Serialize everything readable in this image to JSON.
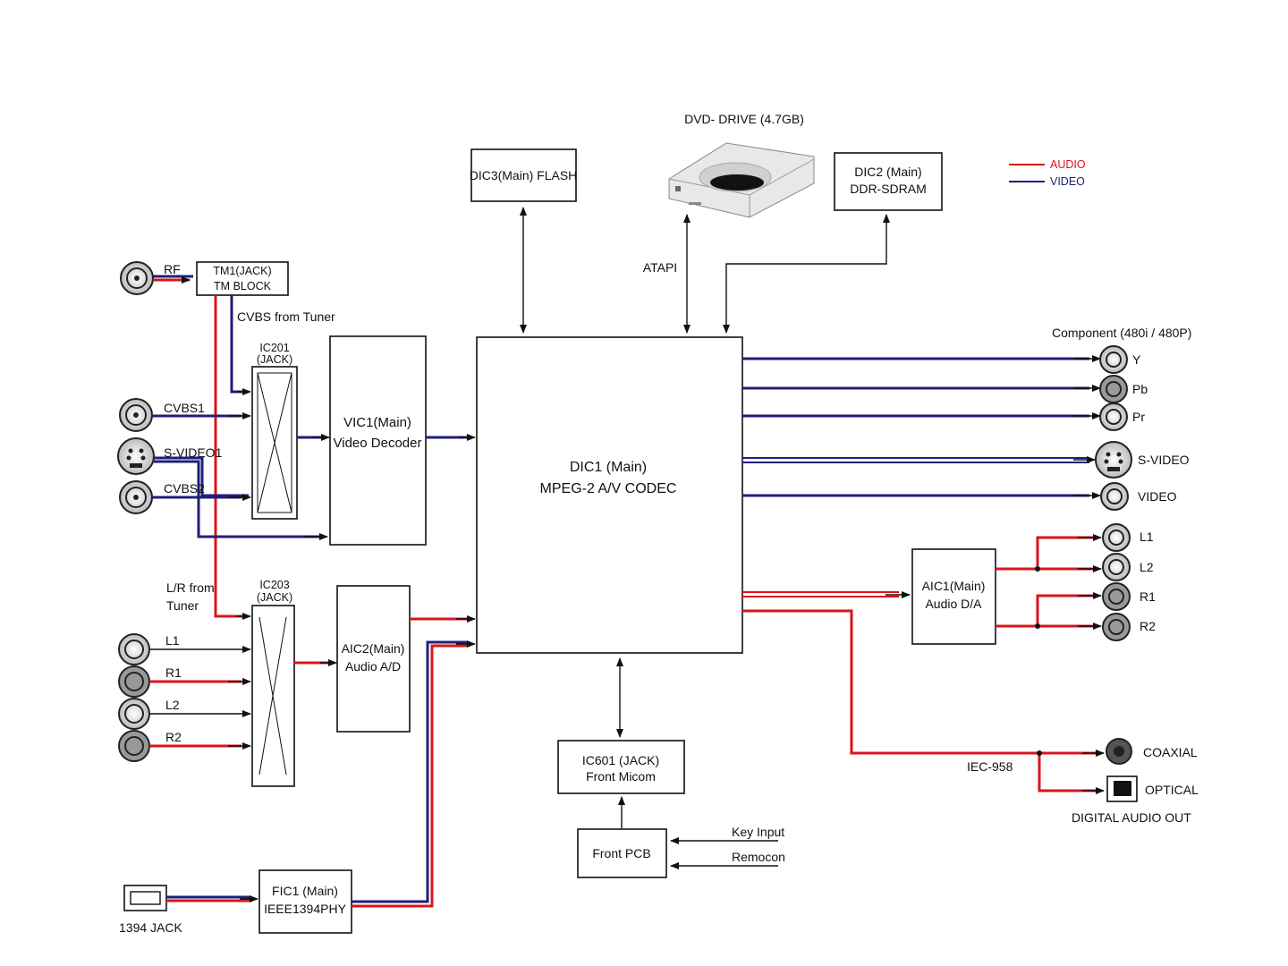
{
  "legend": {
    "audio": {
      "label": "AUDIO",
      "color": "#d8141c"
    },
    "video": {
      "label": "VIDEO",
      "color": "#1f1f7a"
    }
  },
  "blocks": {
    "flash": "DIC3(Main) FLASH",
    "dvd_drive": "DVD- DRIVE (4.7GB)",
    "ddr_line1": "DIC2 (Main)",
    "ddr_line2": "DDR-SDRAM",
    "tuner_line1": "TM1(JACK)",
    "tuner_line2": "TM BLOCK",
    "ic201_line1": "IC201",
    "ic201_line2": "(JACK)",
    "vic1_line1": "VIC1(Main)",
    "vic1_line2": "Video Decoder",
    "dic1_line1": "DIC1 (Main)",
    "dic1_line2": "MPEG-2 A/V CODEC",
    "ic203_line1": "IC203",
    "ic203_line2": "(JACK)",
    "aic2_line1": "AIC2(Main)",
    "aic2_line2": "Audio A/D",
    "aic1_line1": "AIC1(Main)",
    "aic1_line2": "Audio D/A",
    "ic601_line1": "IC601 (JACK)",
    "ic601_line2": "Front Micom",
    "front_pcb": "Front PCB",
    "fic1_line1": "FIC1 (Main)",
    "fic1_line2": "IEEE1394PHY"
  },
  "labels": {
    "atapi": "ATAPI",
    "cvbs_from_tuner": "CVBS from Tuner",
    "lr_from_tuner_1": "L/R from",
    "lr_from_tuner_2": "Tuner",
    "component": "Component (480i / 480P)",
    "iec958": "IEC-958",
    "digital_audio_out": "DIGITAL AUDIO OUT",
    "key_input": "Key Input",
    "remocon": "Remocon",
    "jack1394": "1394 JACK"
  },
  "inputs": {
    "rf": "RF",
    "cvbs1": "CVBS1",
    "svideo1": "S-VIDEO1",
    "cvbs2": "CVBS2",
    "l1": "L1",
    "r1": "R1",
    "l2": "L2",
    "r2": "R2"
  },
  "outputs": {
    "y": "Y",
    "pb": "Pb",
    "pr": "Pr",
    "svideo": "S-VIDEO",
    "video": "VIDEO",
    "l1": "L1",
    "l2": "L2",
    "r1": "R1",
    "r2": "R2",
    "coaxial": "COAXIAL",
    "optical": "OPTICAL"
  }
}
